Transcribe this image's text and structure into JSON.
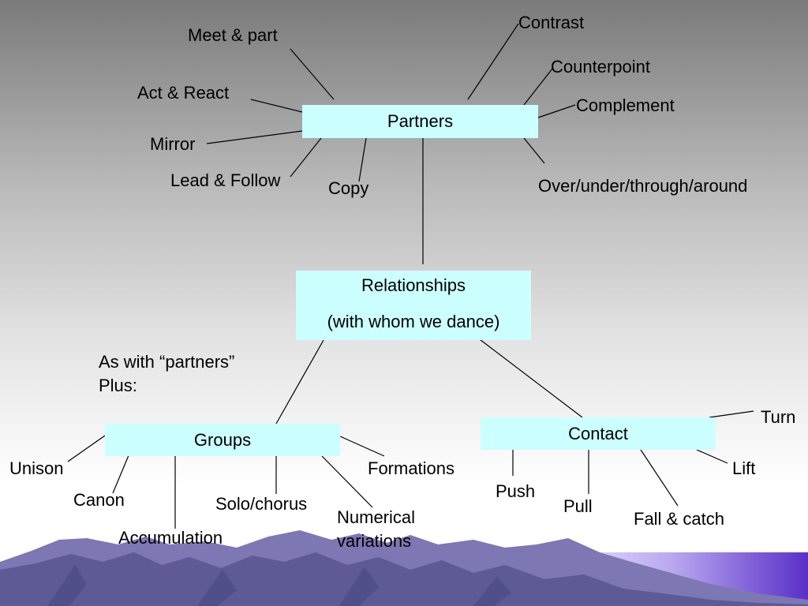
{
  "nodes": {
    "partners": "Partners",
    "relationships": {
      "line1": "Relationships",
      "line2": "(with whom we dance)"
    },
    "groups": "Groups",
    "contact": "Contact"
  },
  "partner_items": {
    "meet_part": "Meet & part",
    "act_react": "Act & React",
    "mirror": "Mirror",
    "lead_follow": "Lead & Follow",
    "copy": "Copy",
    "contrast": "Contrast",
    "counterpoint": "Counterpoint",
    "complement": "Complement",
    "over_under": "Over/under/through/around"
  },
  "note": {
    "line1": "As with “partners”",
    "line2": "Plus:"
  },
  "group_items": {
    "unison": "Unison",
    "canon": "Canon",
    "accumulation": "Accumulation",
    "solo_chorus": "Solo/chorus",
    "numerical_1": "Numerical",
    "numerical_2": "variations",
    "formations": "Formations"
  },
  "contact_items": {
    "turn": "Turn",
    "lift": "Lift",
    "push": "Push",
    "pull": "Pull",
    "fall_catch": "Fall & catch"
  }
}
